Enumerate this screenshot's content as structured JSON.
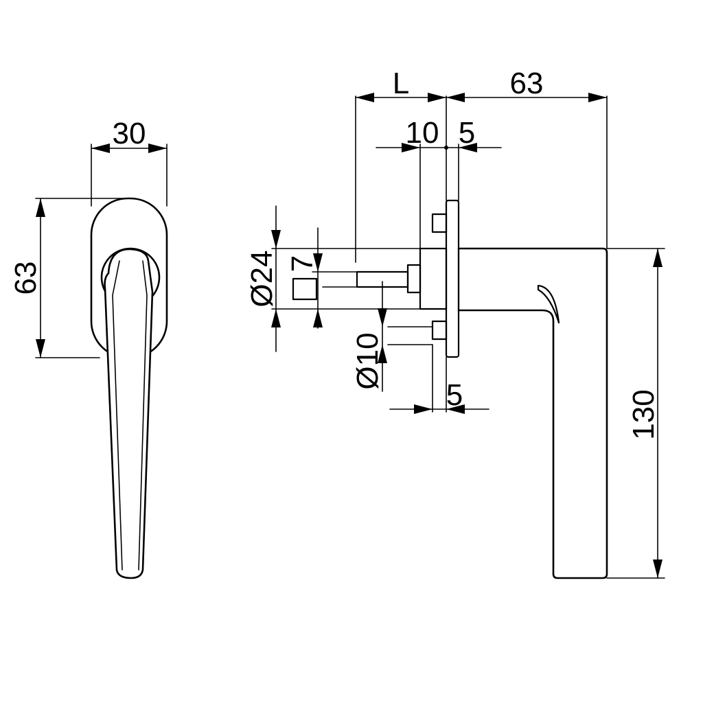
{
  "dimensions": {
    "front_width": "30",
    "front_height": "63",
    "side_length": "L",
    "side_reach": "63",
    "rose_thickness": "10",
    "plate_thickness": "5",
    "rose_diameter": "Ø24",
    "spindle_square": "7",
    "screw_diameter": "Ø10",
    "screw_offset": "5",
    "handle_height": "130"
  },
  "colors": {
    "line": "#000000",
    "background": "#ffffff"
  }
}
